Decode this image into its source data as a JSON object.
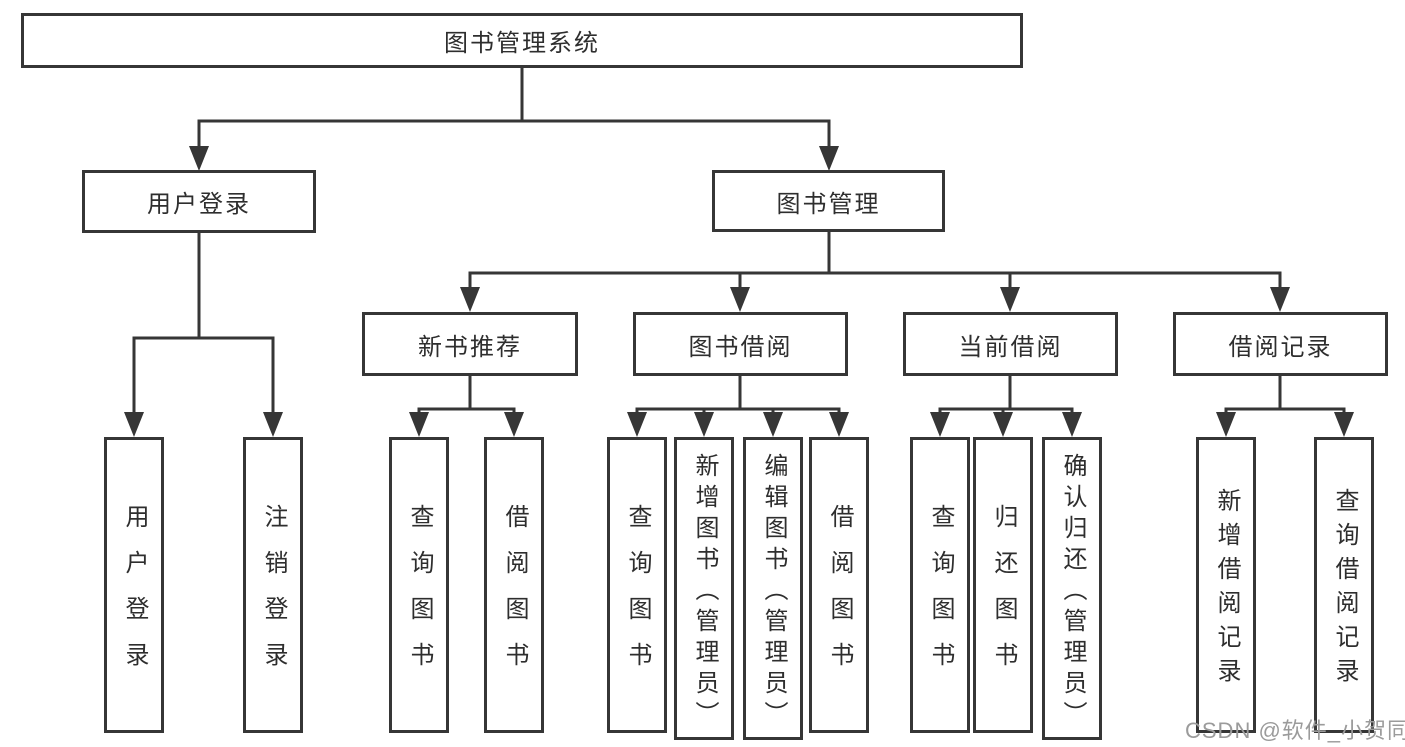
{
  "diagram": {
    "root": {
      "label": "图书管理系统"
    },
    "level2": {
      "user_login": {
        "label": "用户登录"
      },
      "book_mgmt": {
        "label": "图书管理"
      }
    },
    "level3": {
      "new_books": {
        "label": "新书推荐"
      },
      "book_borrow": {
        "label": "图书借阅"
      },
      "current_borrow": {
        "label": "当前借阅"
      },
      "borrow_records": {
        "label": "借阅记录"
      }
    },
    "leaves": {
      "user_login_leaf": {
        "label": "用户登录"
      },
      "logout": {
        "label": "注销登录"
      },
      "query_books_1": {
        "label": "查询图书"
      },
      "borrow_books_1": {
        "label": "借阅图书"
      },
      "query_books_2": {
        "label": "查询图书"
      },
      "add_books_admin": {
        "label": "新增图书（管理员）"
      },
      "edit_books_admin": {
        "label": "编辑图书（管理员）"
      },
      "borrow_books_2": {
        "label": "借阅图书"
      },
      "query_books_3": {
        "label": "查询图书"
      },
      "return_books": {
        "label": "归还图书"
      },
      "confirm_return_admin": {
        "label": "确认归还（管理员）"
      },
      "add_borrow_record": {
        "label": "新增借阅记录"
      },
      "query_borrow_record": {
        "label": "查询借阅记录"
      }
    },
    "watermark": "CSDN @软件_小贺同学",
    "colors": {
      "line": "#363636",
      "text": "#2e2e2e",
      "watermark": "#9b9b9b",
      "background": "#ffffff",
      "box_fill": "#ffffff"
    }
  }
}
